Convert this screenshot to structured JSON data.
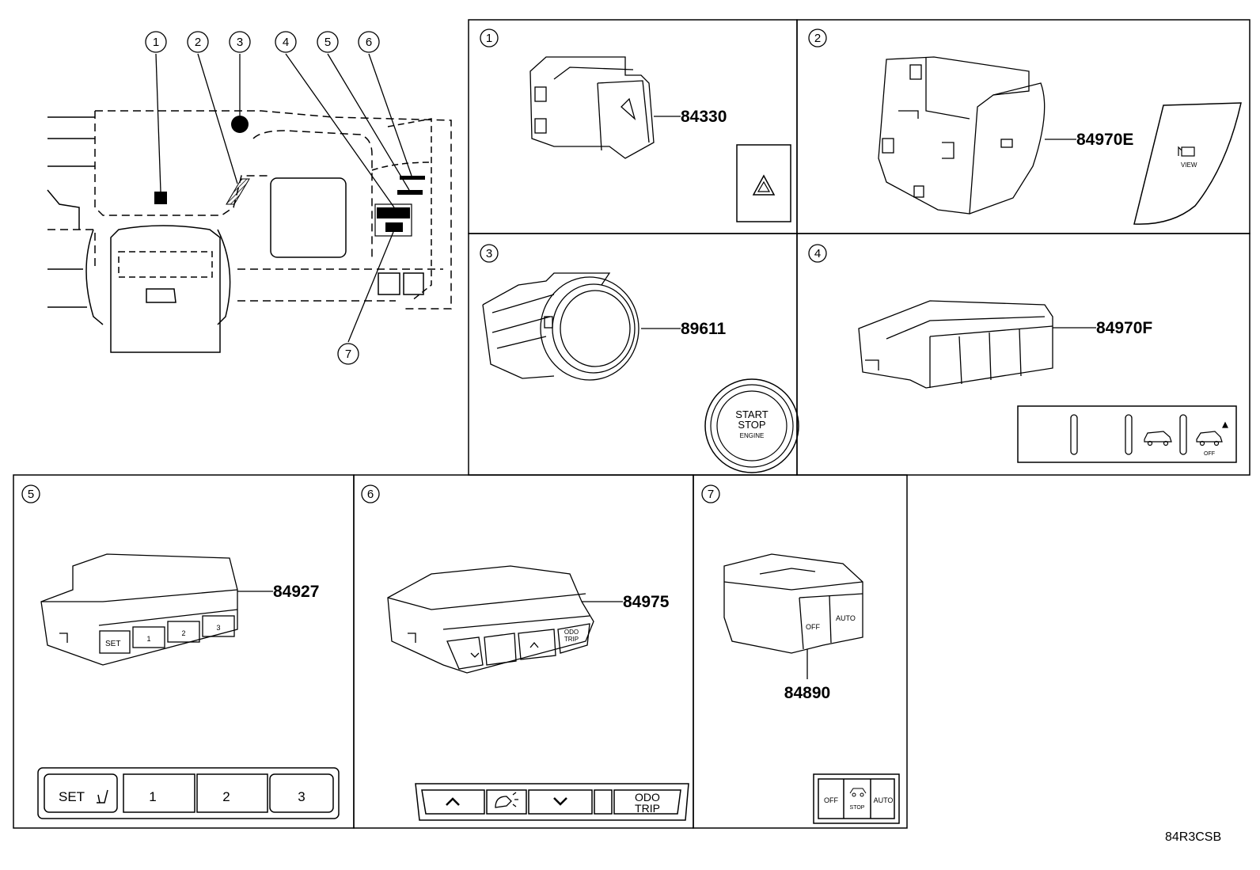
{
  "overview": {
    "callouts": [
      "1",
      "2",
      "3",
      "4",
      "5",
      "6",
      "7"
    ]
  },
  "panels": [
    {
      "index": "1",
      "part_number": "84330",
      "icon": "hazard-triangle-icon"
    },
    {
      "index": "2",
      "part_number": "84970E",
      "detail_label": "VIEW"
    },
    {
      "index": "3",
      "part_number": "89611",
      "detail_lines": [
        "START",
        "STOP",
        "ENGINE"
      ]
    },
    {
      "index": "4",
      "part_number": "84970F",
      "detail_label": "OFF",
      "icons": [
        "vehicle-icon",
        "vehicle-slip-icon"
      ]
    },
    {
      "index": "5",
      "part_number": "84927",
      "buttons": [
        "SET",
        "1",
        "2",
        "3"
      ]
    },
    {
      "index": "6",
      "part_number": "84975",
      "buttons": [
        "ODO",
        "TRIP"
      ],
      "icons": [
        "arrow-up-icon",
        "light-icon",
        "arrow-down-icon"
      ]
    },
    {
      "index": "7",
      "part_number": "84890",
      "buttons": [
        "OFF",
        "STOP",
        "AUTO"
      ]
    }
  ],
  "diagram_code": "84R3CSB"
}
